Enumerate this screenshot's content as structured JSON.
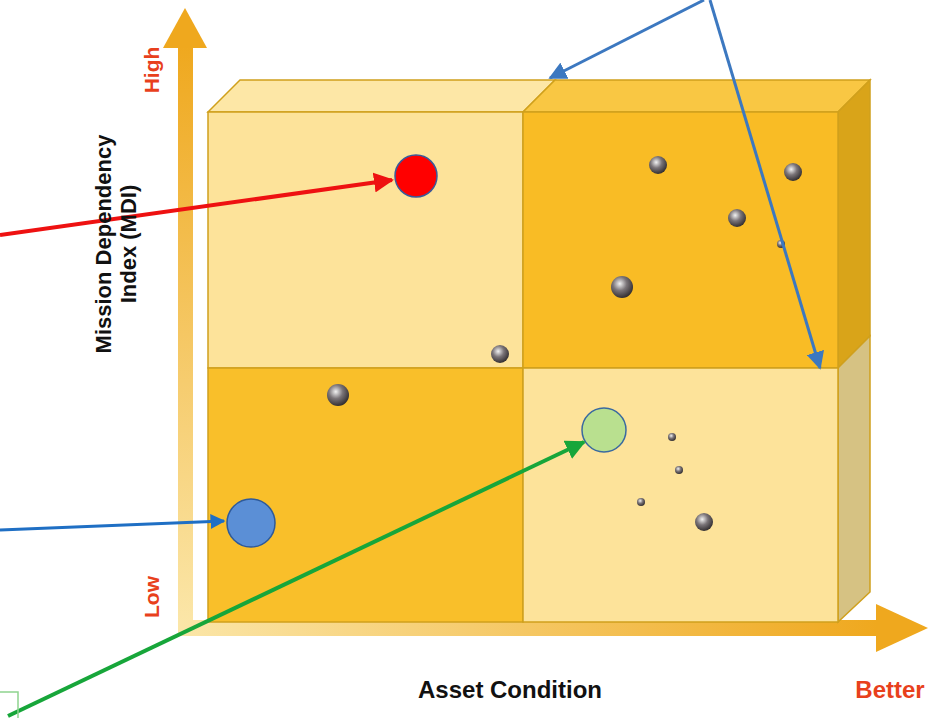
{
  "diagram": {
    "labels": [
      "High",
      "Low",
      "Mission Dependency Index (MDI)",
      "Asset Condition",
      "Better"
    ]
  }
}
